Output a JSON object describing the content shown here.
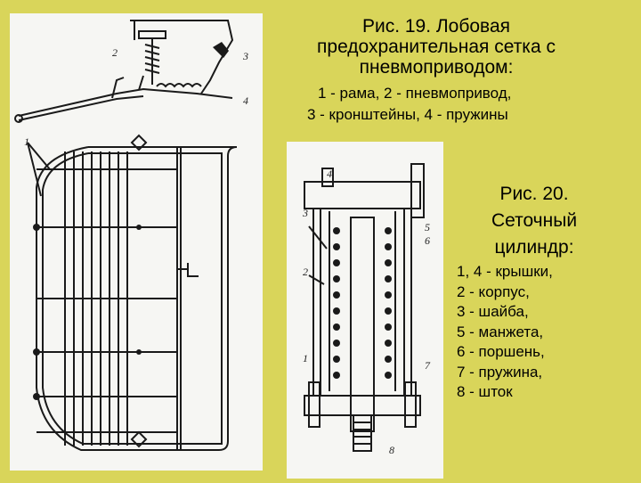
{
  "fig19": {
    "title_lines": [
      "Рис. 19. Лобовая",
      "предохранительная сетка с",
      "пневмоприводом:"
    ],
    "legend_lines": [
      "1 - рама, 2 - пневмопривод,",
      "3 - кронштейны, 4 - пружины"
    ],
    "callouts": [
      "1",
      "2",
      "3",
      "4"
    ]
  },
  "fig20": {
    "title_lines": [
      "Рис. 20.",
      "Сеточный",
      "цилиндр:"
    ],
    "legend_lines": [
      "1, 4 - крышки,",
      "2 - корпус,",
      "3 - шайба,",
      "5 - манжета,",
      "6 - поршень,",
      "7 - пружина,",
      "8 - шток"
    ],
    "callouts": [
      "1",
      "2",
      "3",
      "4",
      "5",
      "6",
      "7",
      "8"
    ]
  },
  "colors": {
    "background": "#d9d55a",
    "panel": "#f6f6f3",
    "ink": "#1a1a1a"
  }
}
